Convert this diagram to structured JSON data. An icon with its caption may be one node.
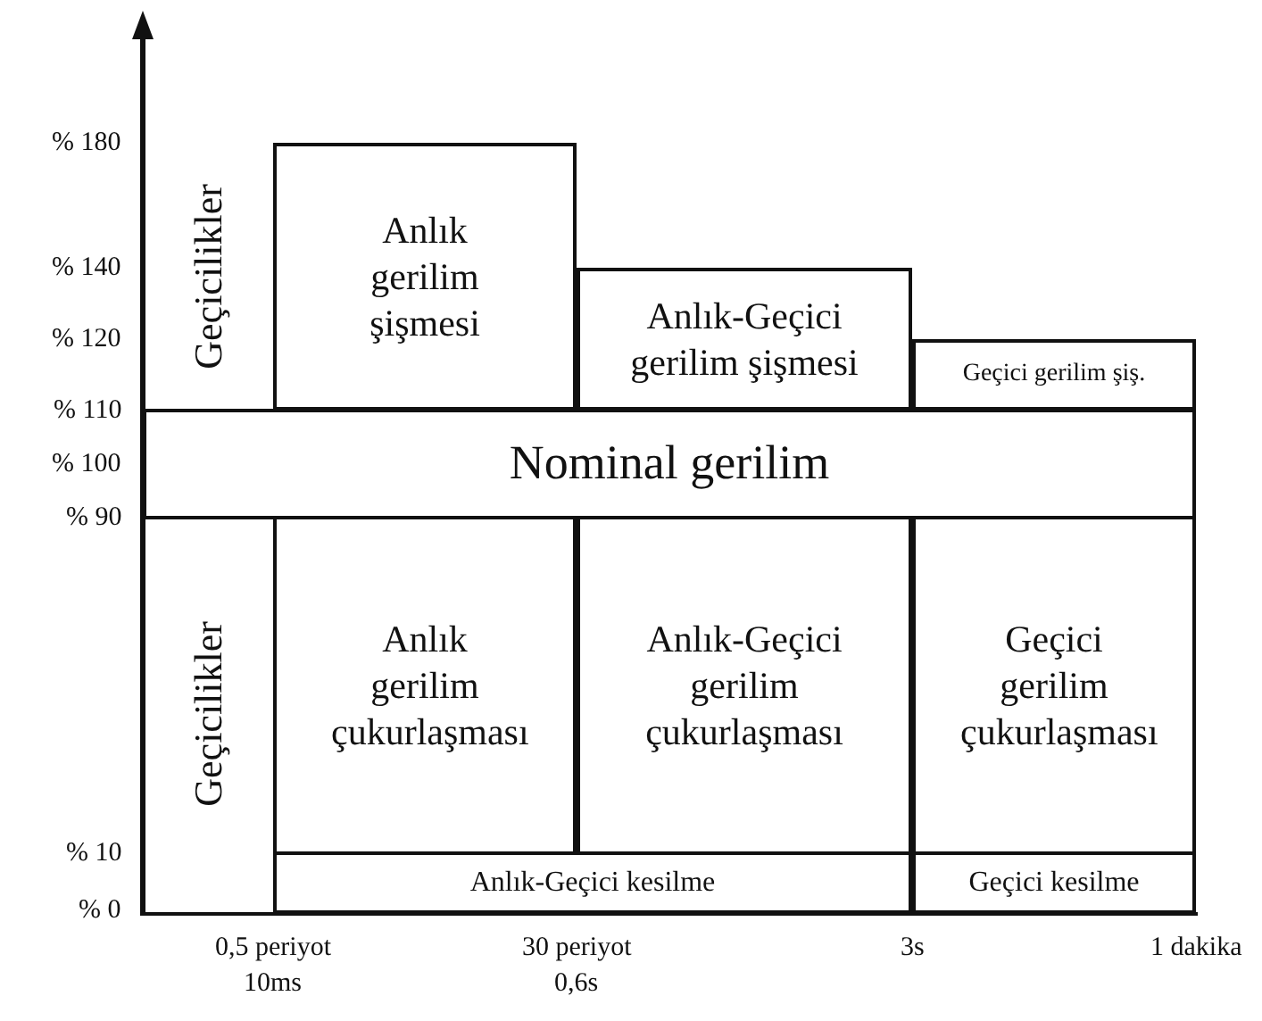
{
  "diagram": {
    "nodes": [
      {
        "text": [
          "Geçicilikler"
        ]
      },
      {
        "text": [
          "Anlık gerilim şişmesi"
        ]
      },
      {
        "text": [
          "Anlık-Geçici gerilim şişmesi"
        ]
      },
      {
        "text": [
          "Geçici gerilim şiş."
        ]
      },
      {
        "text": [
          "Nominal gerilim"
        ]
      },
      {
        "text": [
          "Geçicilikler"
        ]
      },
      {
        "text": [
          "Anlık gerilim çukurlaşması"
        ]
      },
      {
        "text": [
          "Anlık-Geçici gerilim çukurlaşması"
        ]
      },
      {
        "text": [
          "Geçici gerilim çukurlaşması"
        ]
      },
      {
        "text": [
          "Anlık-Geçici kesilme"
        ]
      },
      {
        "text": [
          "Geçici kesilme"
        ]
      }
    ],
    "labels": [
      "% 180",
      "% 140",
      "% 120",
      "% 110",
      "% 100",
      "% 90",
      "% 10",
      "% 0",
      "0,5 periyot",
      "10ms",
      "30 periyot",
      "0,6s",
      "3s",
      "1 dakika"
    ]
  }
}
